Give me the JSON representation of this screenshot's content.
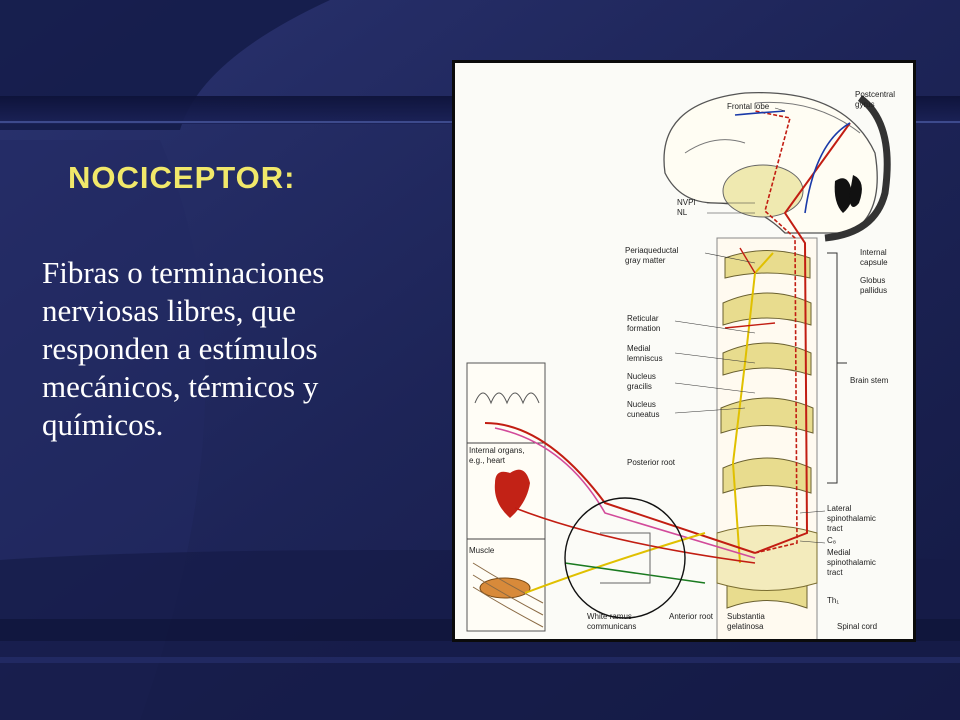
{
  "slide": {
    "title": "NOCICEPTOR:",
    "body_lines": [
      "Fibras  o terminaciones",
      "nerviosas  libres,  que",
      "responden  a estímulos",
      "mecánicos,  térmicos  y",
      "químicos."
    ]
  },
  "figure": {
    "labels": {
      "frontal_lobe": "Frontal lobe",
      "postcentral_1": "Postcentral",
      "postcentral_2": "gyrus",
      "nvpl": "NVPl",
      "nl": "NL",
      "internal_capsule_1": "Internal",
      "internal_capsule_2": "capsule",
      "periaqueductal_1": "Periaqueductal",
      "periaqueductal_2": "gray matter",
      "globus_pallidus_1": "Globus",
      "globus_pallidus_2": "pallidus",
      "reticular_1": "Reticular",
      "reticular_2": "formation",
      "medial_lemniscus_1": "Medial",
      "medial_lemniscus_2": "lemniscus",
      "brain_stem": "Brain stem",
      "nucleus_gracilis_1": "Nucleus",
      "nucleus_gracilis_2": "gracilis",
      "nucleus_cuneatus_1": "Nucleus",
      "nucleus_cuneatus_2": "cuneatus",
      "internal_organs_1": "Internal organs,",
      "internal_organs_2": "e.g., heart",
      "posterior_root": "Posterior root",
      "lateral_st_1": "Lateral",
      "lateral_st_2": "spinothalamic",
      "lateral_st_3": "tract",
      "c8": "C₈",
      "medial_st_1": "Medial",
      "medial_st_2": "spinothalamic",
      "medial_st_3": "tract",
      "muscle": "Muscle",
      "th1": "Th₁",
      "white_ramus_1": "White ramus",
      "white_ramus_2": "communicans",
      "anterior_root": "Anterior root",
      "substantia_1": "Substantia",
      "substantia_2": "gelatinosa",
      "spinal_cord": "Spinal cord"
    }
  }
}
